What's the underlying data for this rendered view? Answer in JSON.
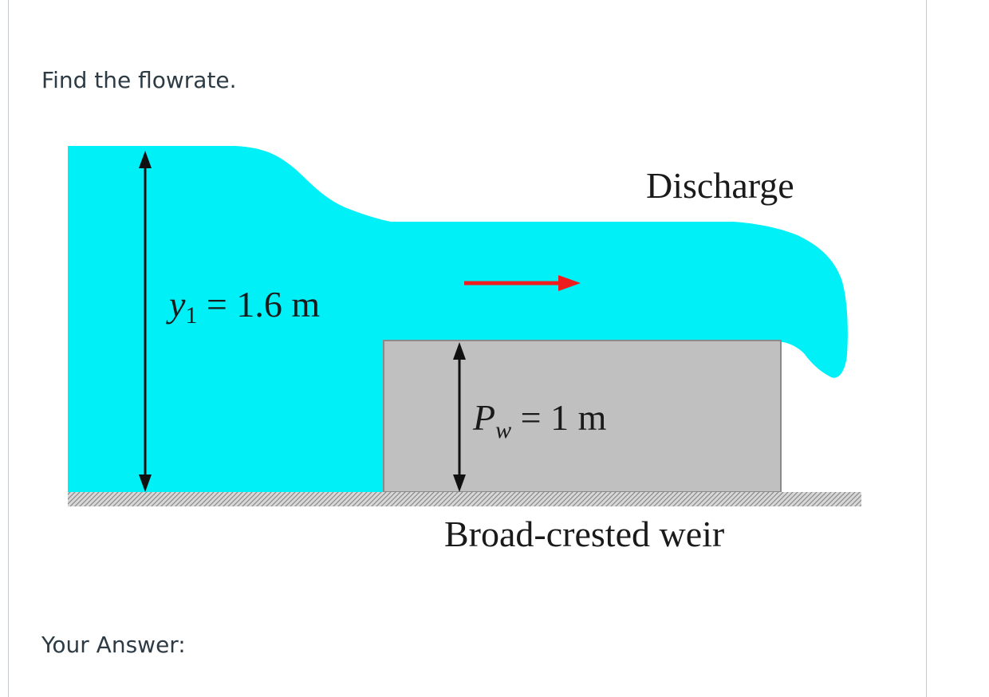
{
  "question": {
    "prompt": "Find the flowrate.",
    "answer_label": "Your Answer:"
  },
  "figure": {
    "discharge_label": "Discharge",
    "upstream_depth": {
      "symbol": "y",
      "subscript": "1",
      "value_text": " = 1.6 m"
    },
    "weir_height": {
      "symbol": "P",
      "subscript": "w",
      "value_text": " = 1 m"
    },
    "weir_label": "Broad-crested weir",
    "colors": {
      "water": "#00f0f8",
      "weir": "#c0c0c0",
      "weir_edge": "#8a8a8a",
      "flow_arrow": "#ee1c1c",
      "ground": "#9a9a9a"
    }
  }
}
